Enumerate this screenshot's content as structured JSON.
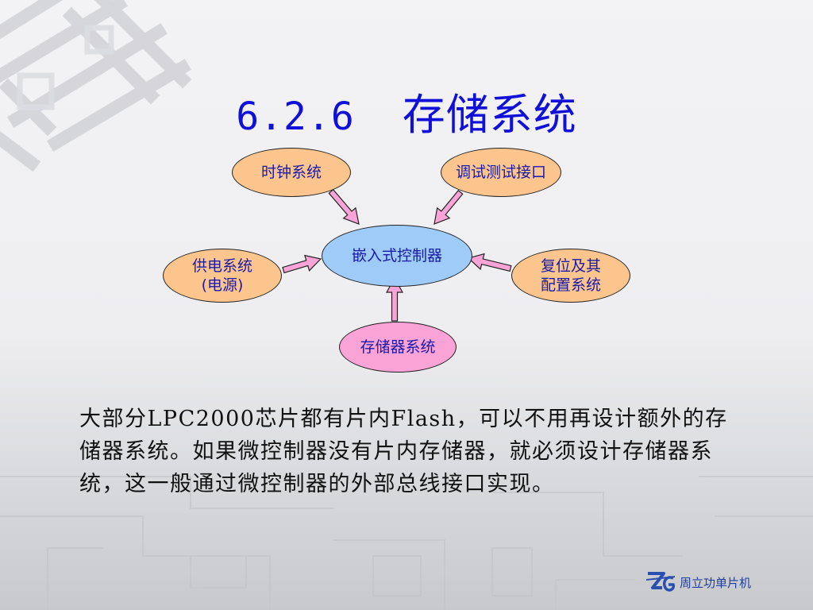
{
  "slide": {
    "title_number": "6.2.6",
    "title_text": "存储系统",
    "paragraph": "大部分LPC2000芯片都有片内Flash，可以不用再设计额外的存储器系统。如果微控制器没有片内存储器，就必须设计存储器系统，这一般通过微控制器的外部总线接口实现。",
    "logo_text": "周立功单片机"
  },
  "diagram": {
    "center": {
      "label": "嵌入式控制器"
    },
    "nodes": [
      {
        "id": "clock",
        "label": "时钟系统"
      },
      {
        "id": "debug",
        "label": "调试测试接口"
      },
      {
        "id": "power",
        "label": "供电系统\n(电源)"
      },
      {
        "id": "reset",
        "label": "复位及其\n配置系统"
      },
      {
        "id": "memory",
        "label": "存储器系统"
      }
    ],
    "colors": {
      "peripheral_fill": "#fdc58e",
      "center_fill": "#9fcbf8",
      "highlight_fill": "#f9a3d6",
      "arrow_fill": "#f9a3d6",
      "title_color": "#1010d8",
      "label_color": "#1a1aa8"
    }
  }
}
